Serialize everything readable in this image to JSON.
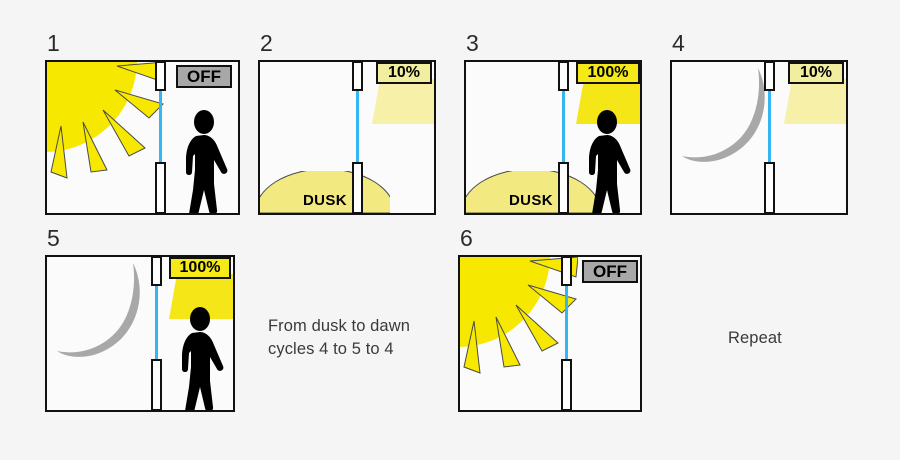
{
  "background": "#f5f5f5",
  "colors": {
    "sun": "#f7e800",
    "moon": "#a8a8a8",
    "dusk": "#f2ea80",
    "beam": "#35b6f0",
    "lamp_dim": "#f7f0a8",
    "lamp_full": "#f5e617",
    "badge_off": "#a8a8a8",
    "badge_dim": "#f2eea0",
    "badge_full": "#f5ea17",
    "outline": "#111111",
    "text": "#3a3a3a"
  },
  "panels": [
    {
      "number": "1",
      "sky": "sun-icon",
      "badge": {
        "label": "OFF",
        "style": "off"
      },
      "person": true,
      "lamp": false,
      "dusk": null
    },
    {
      "number": "2",
      "sky": "none",
      "badge": {
        "label": "10%",
        "style": "dim"
      },
      "person": false,
      "lamp": true,
      "dusk": "DUSK"
    },
    {
      "number": "3",
      "sky": "none",
      "badge": {
        "label": "100%",
        "style": "full"
      },
      "person": true,
      "lamp": true,
      "dusk": "DUSK"
    },
    {
      "number": "4",
      "sky": "moon-icon",
      "badge": {
        "label": "10%",
        "style": "dim"
      },
      "person": false,
      "lamp": true,
      "dusk": null
    },
    {
      "number": "5",
      "sky": "moon-icon",
      "badge": {
        "label": "100%",
        "style": "full"
      },
      "person": true,
      "lamp": true,
      "dusk": null
    },
    {
      "number": "6",
      "sky": "sun-icon",
      "badge": {
        "label": "OFF",
        "style": "off"
      },
      "person": false,
      "lamp": false,
      "dusk": null
    }
  ],
  "captions": {
    "dusk_to_dawn": "From dusk to dawn\ncycles 4 to 5 to 4",
    "repeat": "Repeat"
  }
}
